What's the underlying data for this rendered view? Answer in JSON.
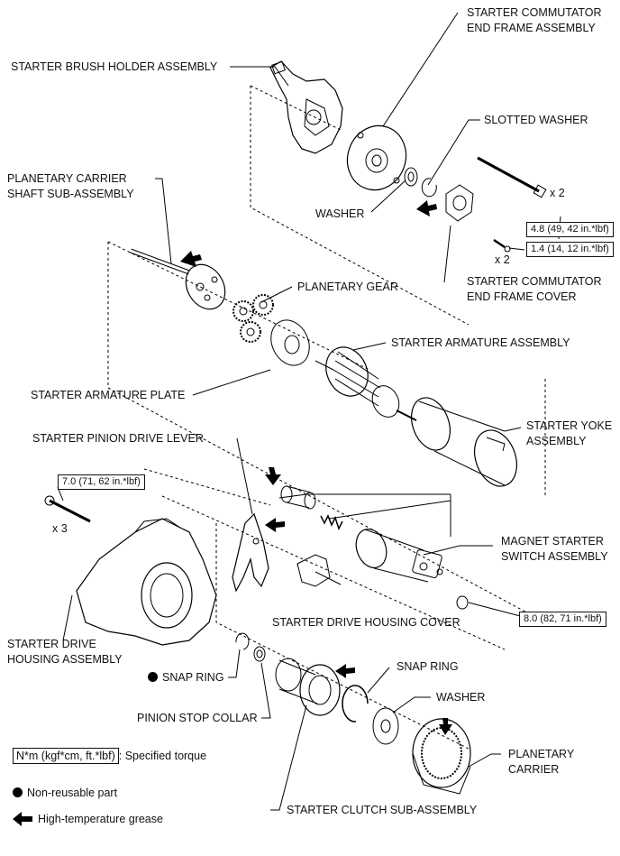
{
  "labels": {
    "commutator_end_frame": [
      "STARTER COMMUTATOR",
      "END FRAME ASSEMBLY"
    ],
    "brush_holder": "STARTER BRUSH HOLDER ASSEMBLY",
    "slotted_washer": "SLOTTED WASHER",
    "planetary_carrier_shaft": [
      "PLANETARY CARRIER",
      "SHAFT SUB-ASSEMBLY"
    ],
    "washer_top": "WASHER",
    "qty_bolt": "x 2",
    "qty_screw": "x 2",
    "end_frame_cover": [
      "STARTER COMMUTATOR",
      "END FRAME COVER"
    ],
    "planetary_gear": "PLANETARY GEAR",
    "armature_assembly": "STARTER ARMATURE ASSEMBLY",
    "armature_plate": "STARTER ARMATURE PLATE",
    "yoke": [
      "STARTER YOKE",
      "ASSEMBLY"
    ],
    "pinion_drive_lever": "STARTER PINION DRIVE LEVER",
    "qty_housing_bolt": "x 3",
    "magnet_switch": [
      "MAGNET STARTER",
      "SWITCH ASSEMBLY"
    ],
    "drive_housing_cover": "STARTER DRIVE HOUSING COVER",
    "drive_housing": [
      "STARTER DRIVE",
      "HOUSING ASSEMBLY"
    ],
    "snap_ring_left": "SNAP RING",
    "snap_ring_right": "SNAP RING",
    "washer_bottom": "WASHER",
    "pinion_stop_collar": "PINION STOP COLLAR",
    "planetary_carrier": [
      "PLANETARY",
      "CARRIER"
    ],
    "clutch": "STARTER CLUTCH SUB-ASSEMBLY"
  },
  "torques": {
    "through_bolt": "4.8 (49, 42 in.*lbf)",
    "cover_screw": "1.4 (14, 12 in.*lbf)",
    "housing_bolt": "7.0 (71, 62 in.*lbf)",
    "terminal_nut": "8.0 (82, 71 in.*lbf)"
  },
  "legend": {
    "torque_box": "N*m (kgf*cm, ft.*lbf)",
    "torque_text": ": Specified torque",
    "non_reusable": "Non-reusable part",
    "grease": "High-temperature grease"
  },
  "icons": {
    "non_reusable_marker": "filled-circle-icon",
    "grease_marker": "arrow-left-icon"
  }
}
